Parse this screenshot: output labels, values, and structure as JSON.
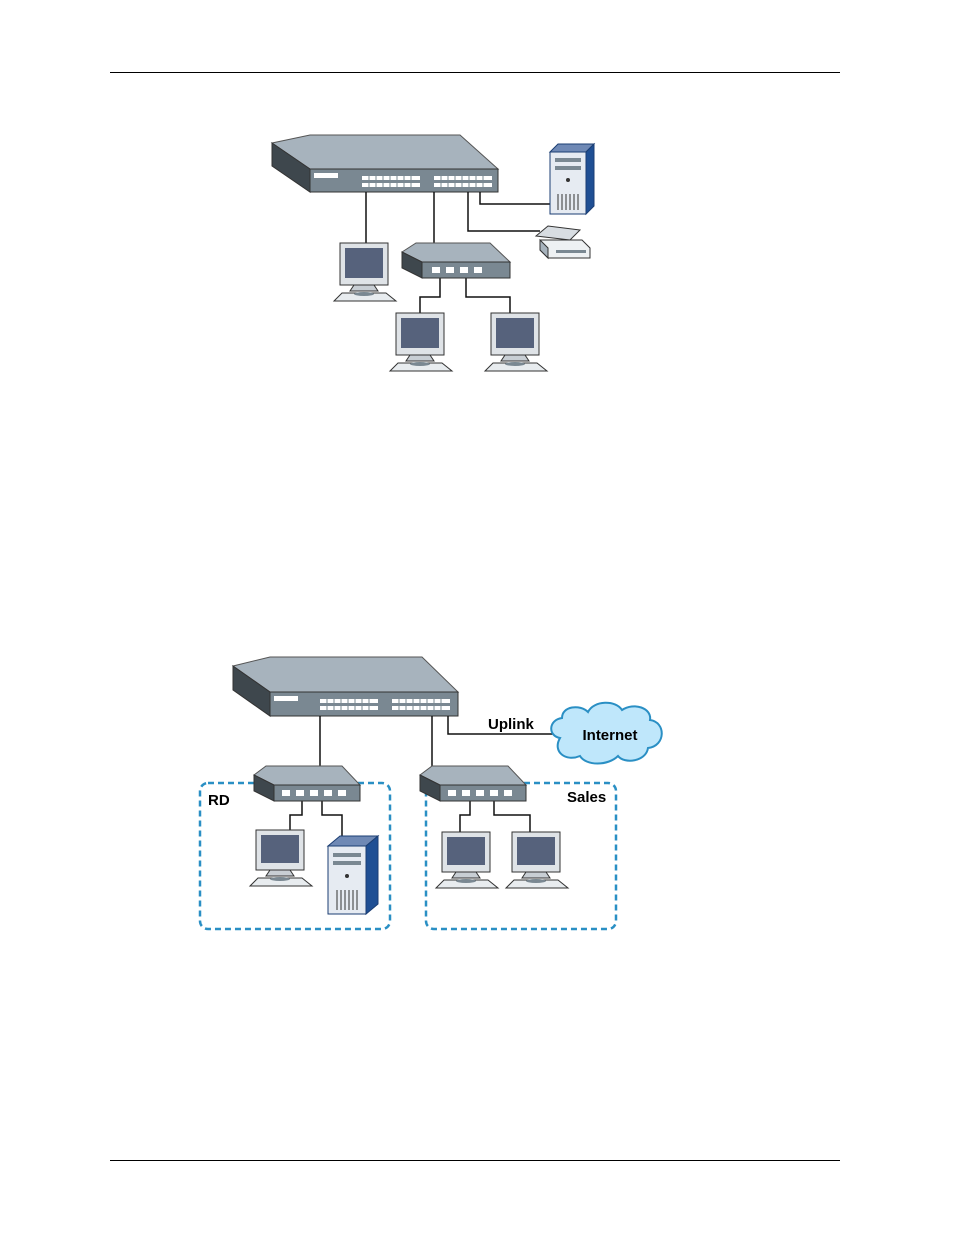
{
  "figures": [
    {
      "id": "fig1",
      "labels": {}
    },
    {
      "id": "fig2",
      "labels": {
        "uplink": "Uplink",
        "internet": "Internet",
        "rd": "RD",
        "sales": "Sales"
      }
    }
  ],
  "colors": {
    "device_top": "#a7b3bd",
    "device_front": "#7a8892",
    "device_side": "#3e474d",
    "port": "#ffffff",
    "monitor_screen": "#56627c",
    "server_blue": "#1f4f94",
    "dashed_blue": "#2a8fc4",
    "cloud_fill": "#bfe7fb",
    "cloud_stroke": "#2a8fc4"
  },
  "icons": [
    "switch-icon",
    "hub-icon",
    "computer-icon",
    "server-icon",
    "printer-icon",
    "cloud-icon"
  ]
}
